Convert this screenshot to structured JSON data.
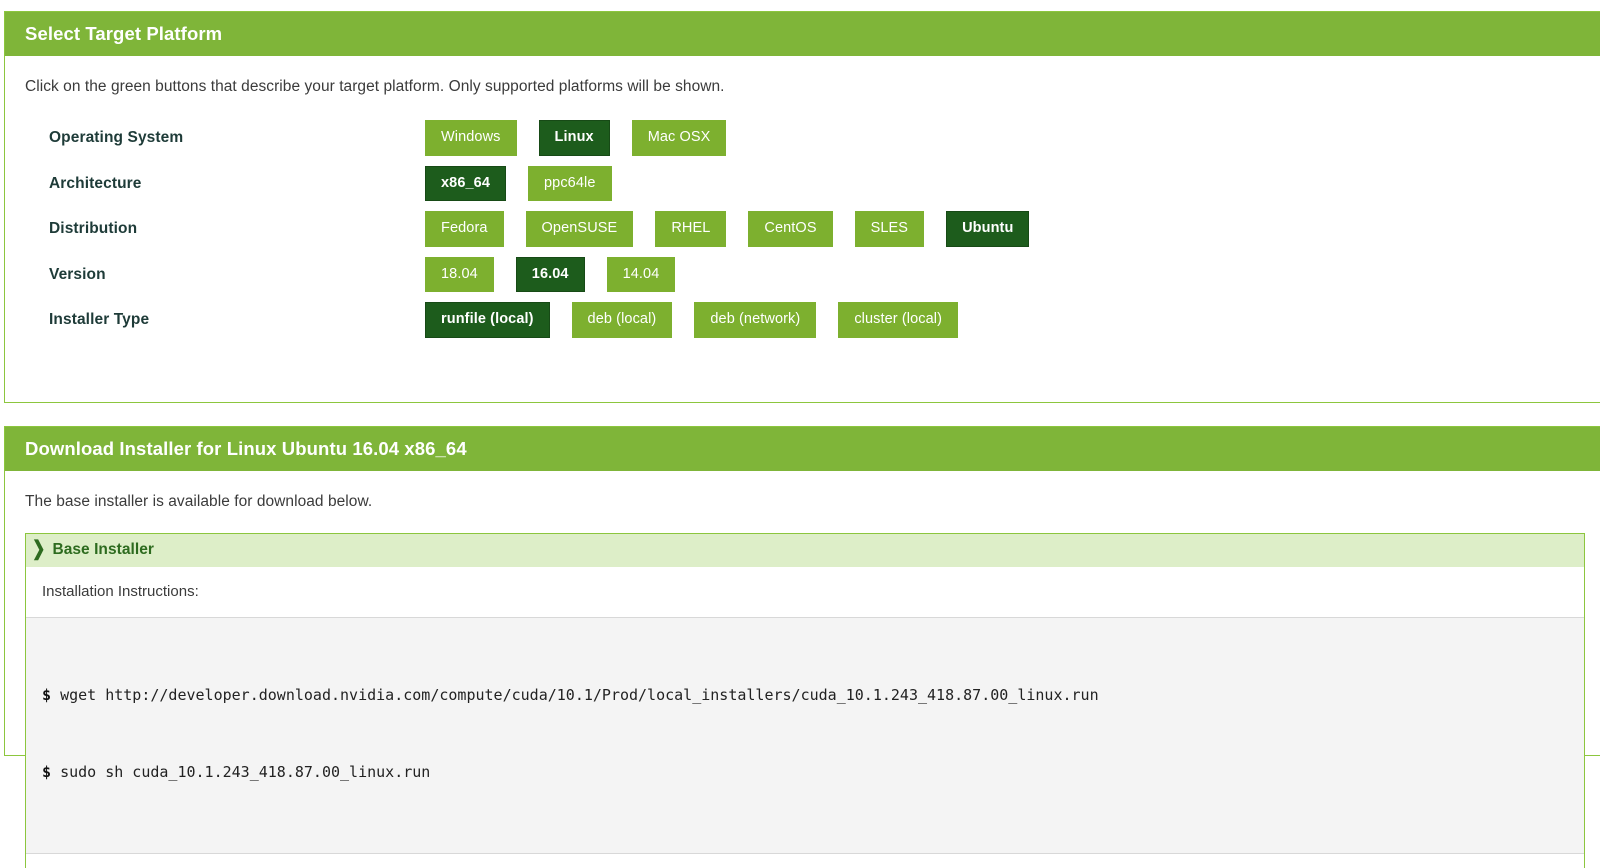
{
  "platform_panel": {
    "title": "Select Target Platform",
    "intro": "Click on the green buttons that describe your target platform. Only supported platforms will be shown.",
    "rows": [
      {
        "label": "Operating System",
        "name": "operating-system",
        "options": [
          {
            "label": "Windows",
            "selected": false
          },
          {
            "label": "Linux",
            "selected": true
          },
          {
            "label": "Mac OSX",
            "selected": false
          }
        ]
      },
      {
        "label": "Architecture",
        "name": "architecture",
        "options": [
          {
            "label": "x86_64",
            "selected": true
          },
          {
            "label": "ppc64le",
            "selected": false
          }
        ]
      },
      {
        "label": "Distribution",
        "name": "distribution",
        "options": [
          {
            "label": "Fedora",
            "selected": false
          },
          {
            "label": "OpenSUSE",
            "selected": false
          },
          {
            "label": "RHEL",
            "selected": false
          },
          {
            "label": "CentOS",
            "selected": false
          },
          {
            "label": "SLES",
            "selected": false
          },
          {
            "label": "Ubuntu",
            "selected": true
          }
        ]
      },
      {
        "label": "Version",
        "name": "version",
        "options": [
          {
            "label": "18.04",
            "selected": false
          },
          {
            "label": "16.04",
            "selected": true
          },
          {
            "label": "14.04",
            "selected": false
          }
        ]
      },
      {
        "label": "Installer Type",
        "name": "installer-type",
        "options": [
          {
            "label": "runfile (local)",
            "selected": true
          },
          {
            "label": "deb (local)",
            "selected": false
          },
          {
            "label": "deb (network)",
            "selected": false
          },
          {
            "label": "cluster (local)",
            "selected": false
          }
        ]
      }
    ]
  },
  "download_panel": {
    "title": "Download Installer for Linux Ubuntu 16.04 x86_64",
    "note": "The base installer is available for download below.",
    "base_installer": {
      "header_label": "Base Installer",
      "chevron_icon": "❯",
      "instructions_label": "Installation Instructions:",
      "commands": [
        {
          "prompt": "$",
          "command": "wget http://developer.download.nvidia.com/compute/cuda/10.1/Prod/local_installers/cuda_10.1.243_418.87.00_linux.run"
        },
        {
          "prompt": "$",
          "command": "sudo sh cuda_10.1.243_418.87.00_linux.run"
        }
      ]
    }
  },
  "colors": {
    "brand_green": "#7fb539",
    "button_green": "#7db02f",
    "selected_green": "#1d5c1c",
    "panel_border": "#8cc63e",
    "installer_header_bg": "#ddeec8",
    "code_bg": "#f4f4f4"
  }
}
